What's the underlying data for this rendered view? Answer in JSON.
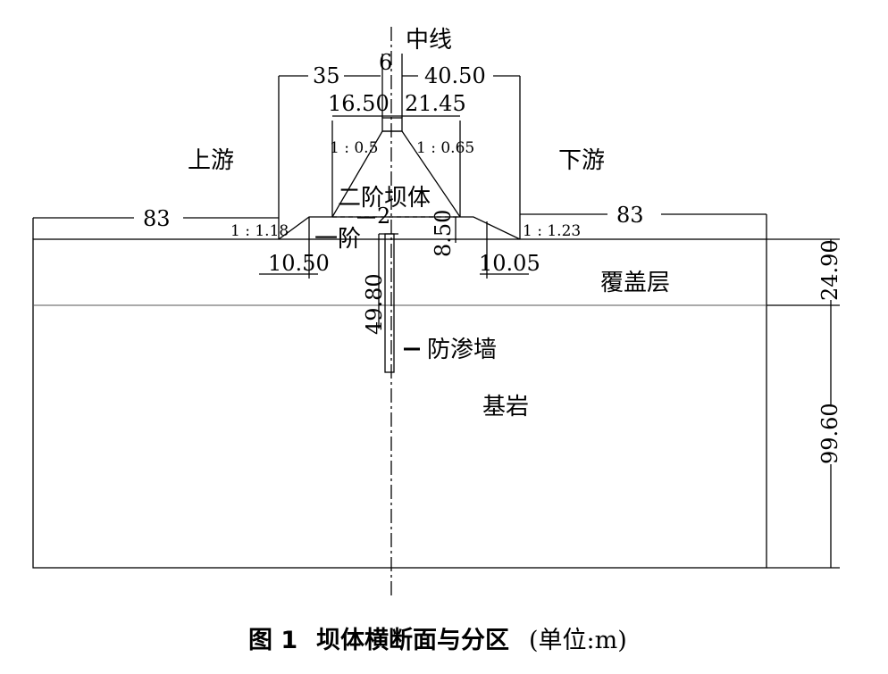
{
  "labels": {
    "centerline": "中线",
    "upstream": "上游",
    "downstream": "下游",
    "stage2_body": "二阶坝体",
    "stage1": "一阶",
    "overburden": "覆盖层",
    "bedrock": "基岩",
    "cutoff_wall": "防渗墙"
  },
  "dimensions": {
    "crest_width": "6",
    "upstream_top": "35",
    "downstream_top": "40.50",
    "stage2_upstream": "16.50",
    "stage2_downstream": "21.45",
    "upstream_berm": "83",
    "downstream_berm": "83",
    "stage1_offset": "2",
    "stage1_height": "8.50",
    "upstream_toe": "10.50",
    "downstream_toe": "10.05",
    "wall_depth": "49.80",
    "overburden_depth": "24.90",
    "bedrock_depth": "99.60"
  },
  "slopes": {
    "stage2_up": "1 : 0.5",
    "stage2_down": "1 : 0.65",
    "up": "1 : 1.18",
    "down": "1 : 1.23"
  },
  "caption": {
    "fig": "图 1",
    "title": "坝体横断面与分区",
    "unit": "(单位:m)"
  }
}
